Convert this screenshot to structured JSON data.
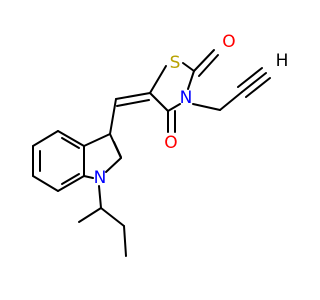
{
  "molecule": {
    "atoms": {
      "sulfur": {
        "symbol": "S",
        "color": "#b8a200"
      },
      "oxygen_top": {
        "symbol": "O",
        "color": "#ff0000"
      },
      "oxygen_bottom": {
        "symbol": "O",
        "color": "#ff0000"
      },
      "nitrogen_ring": {
        "symbol": "N",
        "color": "#0000ff"
      },
      "nitrogen_indole": {
        "symbol": "N",
        "color": "#0000ff"
      },
      "terminal_alkyne": {
        "symbol": "H",
        "color": "#000000"
      }
    },
    "bond_color": "#000000"
  }
}
